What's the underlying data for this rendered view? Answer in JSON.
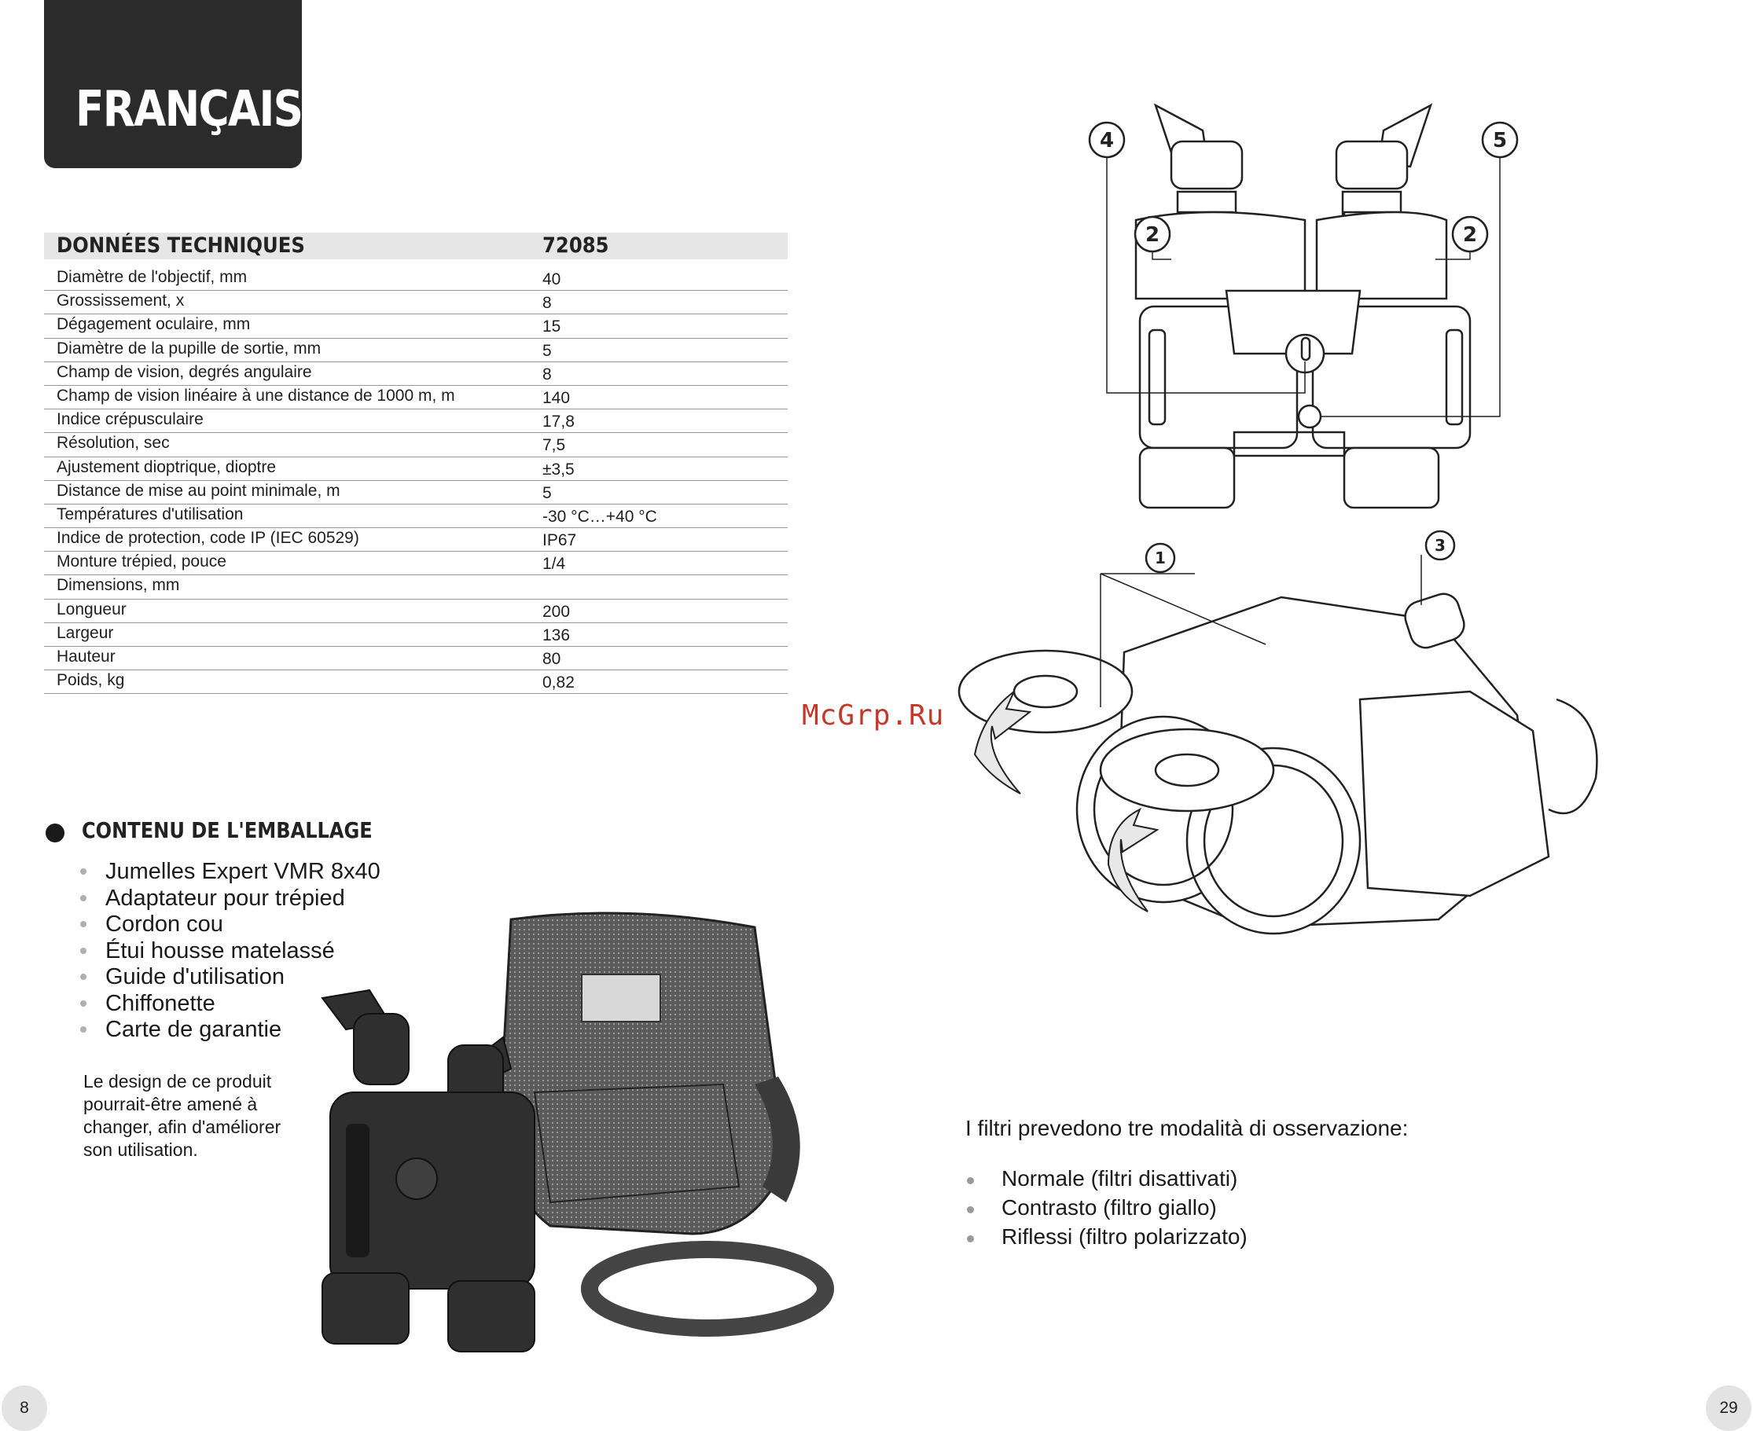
{
  "header": {
    "language": "FRANÇAIS"
  },
  "specs": {
    "title": "DONNÉES TECHNIQUES",
    "model": "72085",
    "rows": [
      {
        "label": "Diamètre de l'objectif, mm",
        "value": "40"
      },
      {
        "label": "Grossissement, x",
        "value": "8"
      },
      {
        "label": "Dégagement oculaire, mm",
        "value": "15"
      },
      {
        "label": "Diamètre de la pupille de sortie, mm",
        "value": "5"
      },
      {
        "label": "Champ de vision, degrés angulaire",
        "value": "8"
      },
      {
        "label": "Champ de vision linéaire à une distance de 1000 m, m",
        "value": "140"
      },
      {
        "label": "Indice crépusculaire",
        "value": "17,8"
      },
      {
        "label": "Résolution, sec",
        "value": "7,5"
      },
      {
        "label": "Ajustement dioptrique, dioptre",
        "value": "±3,5"
      },
      {
        "label": "Distance de mise au point minimale, m",
        "value": "5"
      },
      {
        "label": "Températures d'utilisation",
        "value": "-30 °C…+40 °C"
      },
      {
        "label": "Indice de protection, code IP (IEC 60529)",
        "value": "IP67"
      },
      {
        "label": "Monture trépied, pouce",
        "value": "1/4"
      },
      {
        "label": "Dimensions, mm",
        "value": ""
      },
      {
        "label": "Longueur",
        "value": "200"
      },
      {
        "label": "Largeur",
        "value": "136"
      },
      {
        "label": "Hauteur",
        "value": "80"
      },
      {
        "label": "Poids, kg",
        "value": "0,82"
      }
    ]
  },
  "diagram": {
    "callouts_top": {
      "c4": "4",
      "c5": "5",
      "c2a": "2",
      "c2b": "2"
    },
    "callouts_bottom": {
      "c1": "1",
      "c3": "3"
    }
  },
  "watermark": "McGrp.Ru",
  "package": {
    "title": "CONTENU DE L'EMBALLAGE",
    "items": [
      "Jumelles Expert VMR 8x40",
      "Adaptateur pour trépied",
      "Cordon cou",
      "Étui housse matelassé",
      "Guide d'utilisation",
      "Chiffonette",
      "Carte de garantie"
    ],
    "note_lines": [
      "Le design de ce produit",
      "pourrait-être amené à",
      "changer, afin d'améliorer",
      "son utilisation."
    ]
  },
  "filters": {
    "intro": "I filtri prevedono tre modalità di osservazione:",
    "items": [
      "Normale (filtri disattivati)",
      "Contrasto (filtro giallo)",
      "Riflessi (filtro polarizzato)"
    ]
  },
  "pages": {
    "left": "8",
    "right": "29"
  }
}
